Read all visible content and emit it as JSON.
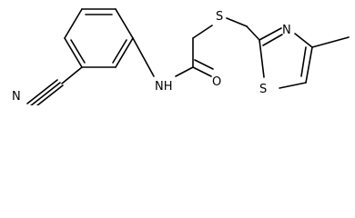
{
  "molecule": {
    "atoms": {
      "nitrile_n": "N",
      "amide_nh": "NH",
      "carbonyl_o": "O",
      "thioether_s": "S",
      "thiazole_n": "N",
      "thiazole_s": "S"
    }
  }
}
